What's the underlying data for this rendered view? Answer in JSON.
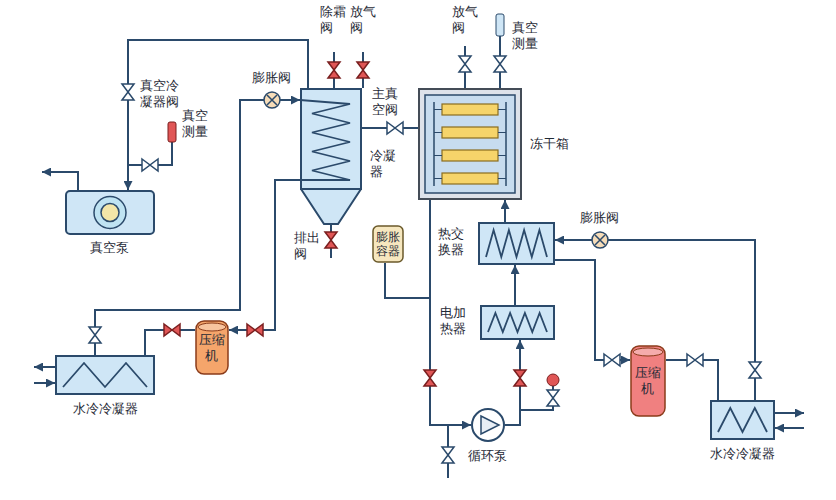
{
  "diagram": {
    "nodes": [
      {
        "text": [
          "冷凝器"
        ]
      },
      {
        "text": [
          "冻干箱"
        ]
      },
      {
        "text": [
          "真空泵"
        ]
      },
      {
        "text": [
          "膨胀容器"
        ]
      },
      {
        "text": [
          "热交换器"
        ]
      },
      {
        "text": [
          "电加热器"
        ]
      },
      {
        "text": [
          "水冷冷凝器"
        ]
      },
      {
        "text": [
          "压缩机"
        ]
      },
      {
        "text": [
          "循环泵"
        ]
      },
      {
        "text": [
          "压缩机"
        ]
      },
      {
        "text": [
          "水冷冷凝器"
        ]
      }
    ],
    "edges": [
      {
        "from": 0,
        "to": 2,
        "arrow": "to"
      },
      {
        "from": 1,
        "to": 0,
        "arrow": "none"
      },
      {
        "from": 0,
        "to": 7,
        "arrow": "to"
      },
      {
        "from": 7,
        "to": 6,
        "arrow": "none"
      },
      {
        "from": 6,
        "to": 0,
        "arrow": "to"
      },
      {
        "from": 1,
        "to": 8,
        "arrow": "to"
      },
      {
        "from": 8,
        "to": 5,
        "arrow": "to"
      },
      {
        "from": 5,
        "to": 4,
        "arrow": "to"
      },
      {
        "from": 4,
        "to": 1,
        "arrow": "to"
      },
      {
        "from": 4,
        "to": 9,
        "arrow": "to"
      },
      {
        "from": 9,
        "to": 10,
        "arrow": "none"
      },
      {
        "from": 10,
        "to": 4,
        "arrow": "to"
      },
      {
        "from": 3,
        "to": 8,
        "arrow": "none"
      }
    ],
    "labels": [
      "除霜阀",
      "放气阀",
      "放气阀",
      "真空测量",
      "真空冷凝器阀",
      "真空测量",
      "膨胀阀",
      "主真空阀",
      "排出阀",
      "膨胀阀"
    ]
  }
}
